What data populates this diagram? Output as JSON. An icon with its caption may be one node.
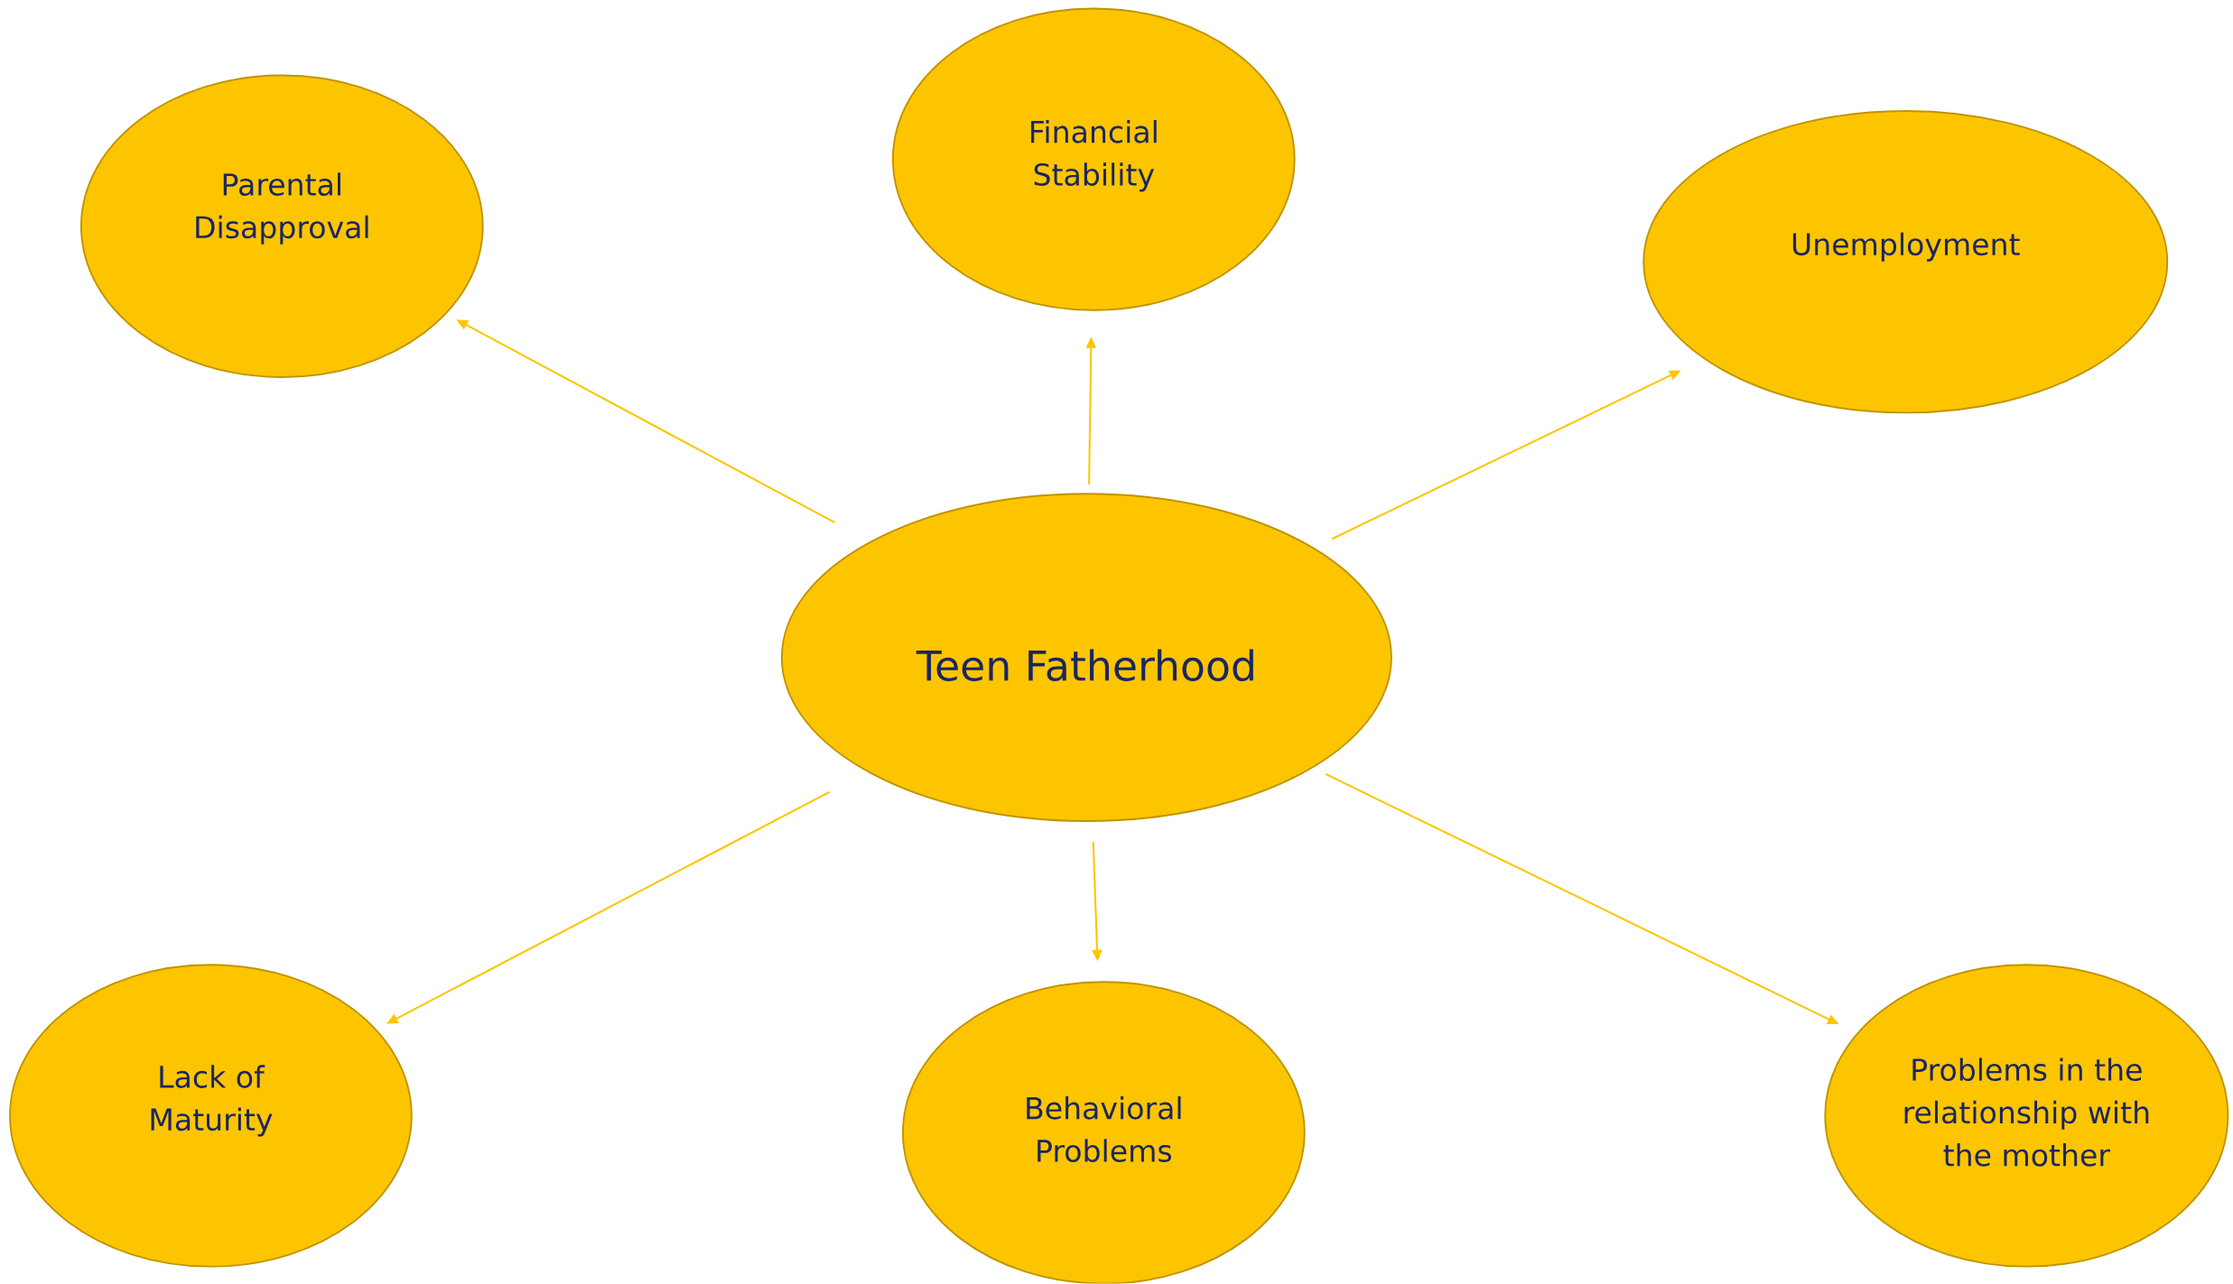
{
  "diagram": {
    "nodes": [
      {
        "text": [
          "Parental Disapproval"
        ]
      },
      {
        "text": [
          "Financial Stability"
        ]
      },
      {
        "text": [
          "Unemployment"
        ]
      },
      {
        "text": [
          "Teen Fatherhood"
        ]
      },
      {
        "text": [
          "Lack of Maturity"
        ]
      },
      {
        "text": [
          "Behavioral Problems"
        ]
      },
      {
        "text": [
          "Problems in the relationship with the mother"
        ]
      }
    ],
    "edges": [
      {
        "from": 3,
        "to": 0,
        "arrow": "to"
      },
      {
        "from": 3,
        "to": 1,
        "arrow": "to"
      },
      {
        "from": 3,
        "to": 2,
        "arrow": "to"
      },
      {
        "from": 3,
        "to": 4,
        "arrow": "to"
      },
      {
        "from": 3,
        "to": 5,
        "arrow": "to"
      },
      {
        "from": 3,
        "to": 6,
        "arrow": "to"
      }
    ]
  }
}
